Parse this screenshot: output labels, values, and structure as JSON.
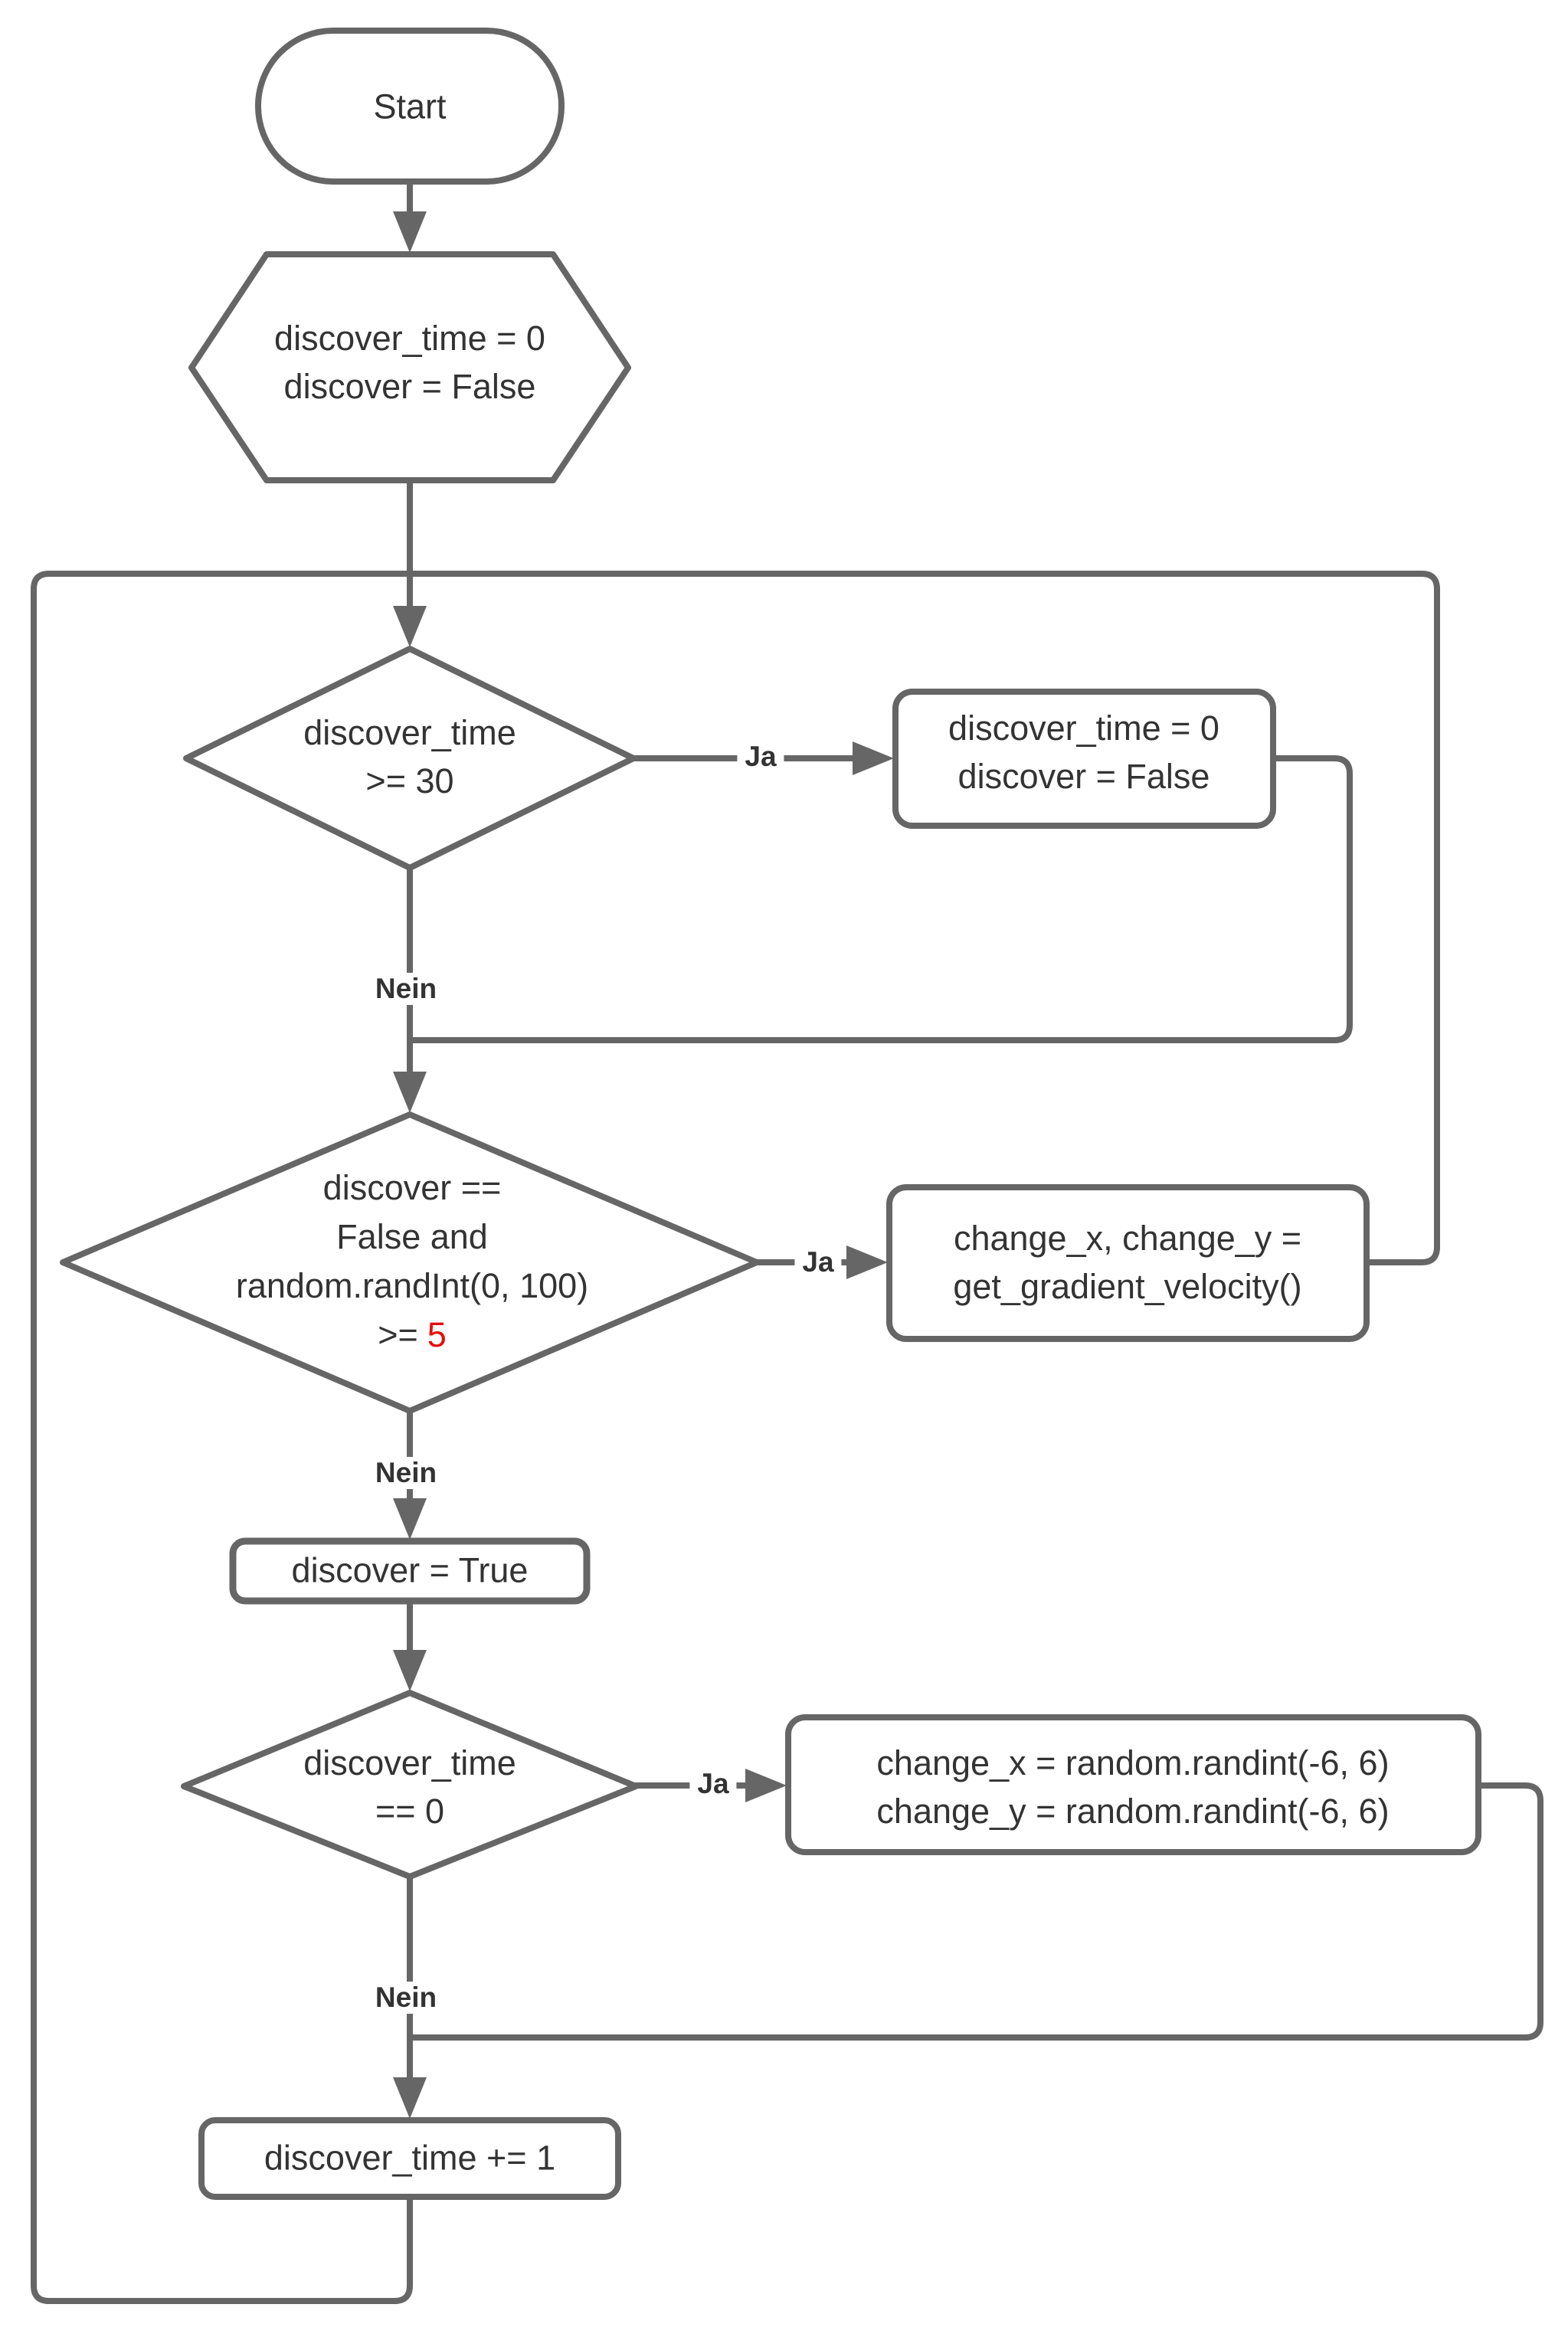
{
  "colors": {
    "stroke": "#666666",
    "text": "#333333",
    "highlight": "#e60d0d",
    "background": "#ffffff"
  },
  "nodes": {
    "start": {
      "label": "Start"
    },
    "init_hexagon": {
      "line1": "discover_time = 0",
      "line2": "discover = False"
    },
    "decision_timeout": {
      "line1": "discover_time",
      "line2": ">= 30"
    },
    "reset_box": {
      "line1": "discover_time = 0",
      "line2": "discover = False"
    },
    "decision_discover": {
      "line1": "discover ==",
      "line2": "False and",
      "line3": "random.randInt(0, 100)",
      "line4_prefix": ">=",
      "line4_value": "5"
    },
    "gradient_box": {
      "line1": "change_x, change_y =",
      "line2": "get_gradient_velocity()"
    },
    "set_discover_box": {
      "label": "discover = True"
    },
    "decision_time_zero": {
      "line1": "discover_time",
      "line2": "== 0"
    },
    "random_velocity_box": {
      "line1": "change_x = random.randint(-6, 6)",
      "line2": "change_y = random.randint(-6, 6)"
    },
    "increment_box": {
      "label": "discover_time += 1"
    }
  },
  "edge_labels": {
    "timeout_yes": "Ja",
    "timeout_no": "Nein",
    "discover_yes": "Ja",
    "discover_no": "Nein",
    "time_zero_yes": "Ja",
    "time_zero_no": "Nein"
  }
}
